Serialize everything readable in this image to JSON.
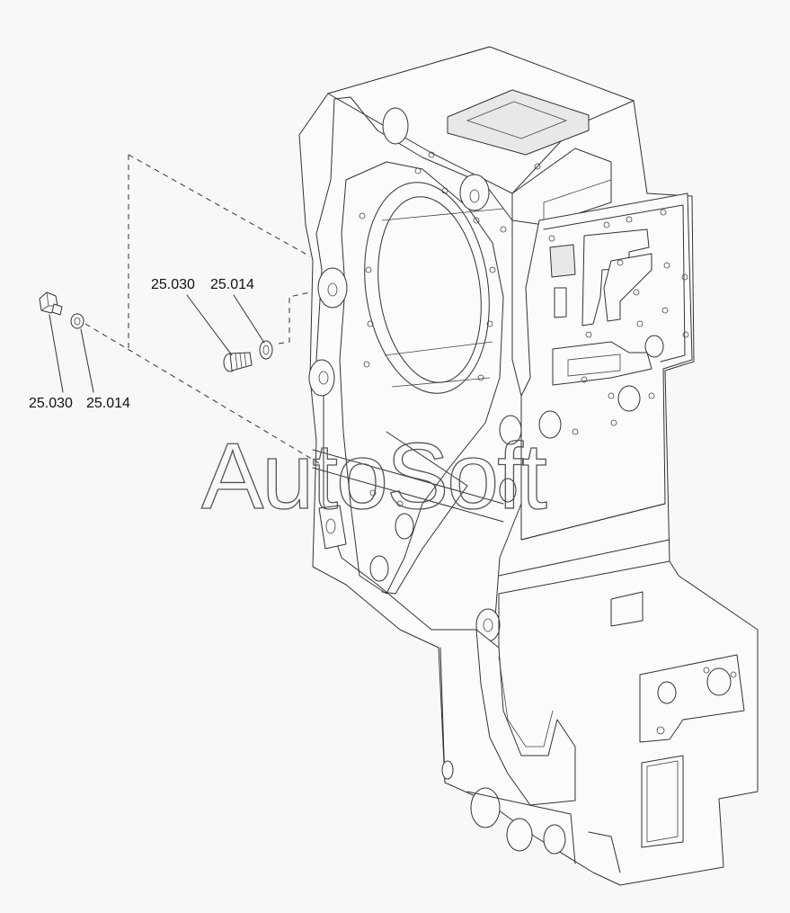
{
  "callouts": {
    "top_bolt": "25.030",
    "top_washer": "25.014",
    "left_bolt": "25.030",
    "left_washer": "25.014"
  },
  "watermark": "AutoSoft",
  "colors": {
    "background": "#f8f8f8",
    "line": "#333333"
  }
}
